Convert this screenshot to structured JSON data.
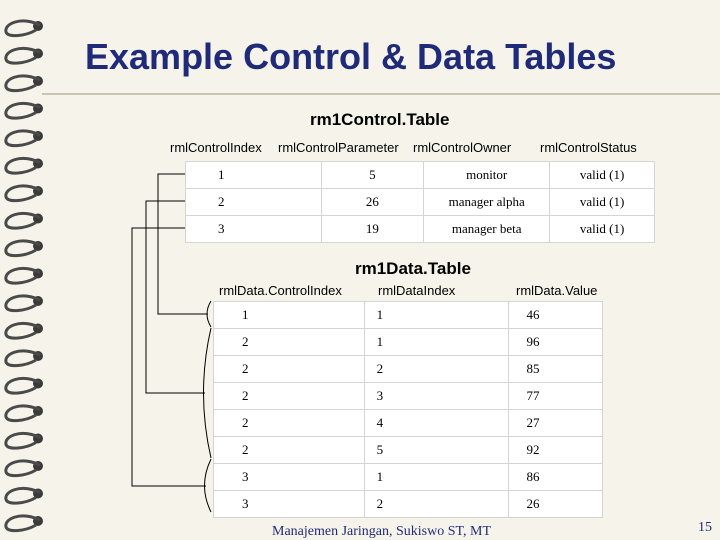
{
  "slide": {
    "title": "Example Control & Data Tables",
    "footer": "Manajemen Jaringan, Sukiswo ST, MT",
    "page_number": "15"
  },
  "control_table": {
    "caption": "rm1Control.Table",
    "headers": [
      "rmlControlIndex",
      "rmlControlParameter",
      "rmlControlOwner",
      "rmlControlStatus"
    ],
    "rows": [
      [
        "1",
        "5",
        "monitor",
        "valid (1)"
      ],
      [
        "2",
        "26",
        "manager alpha",
        "valid (1)"
      ],
      [
        "3",
        "19",
        "manager beta",
        "valid (1)"
      ]
    ]
  },
  "data_table": {
    "caption": "rm1Data.Table",
    "headers": [
      "rmlData.ControlIndex",
      "rmlDataIndex",
      "rmlData.Value"
    ],
    "rows": [
      [
        "1",
        "1",
        "46"
      ],
      [
        "2",
        "1",
        "96"
      ],
      [
        "2",
        "2",
        "85"
      ],
      [
        "2",
        "3",
        "77"
      ],
      [
        "2",
        "4",
        "27"
      ],
      [
        "2",
        "5",
        "92"
      ],
      [
        "3",
        "1",
        "86"
      ],
      [
        "3",
        "2",
        "26"
      ]
    ]
  }
}
